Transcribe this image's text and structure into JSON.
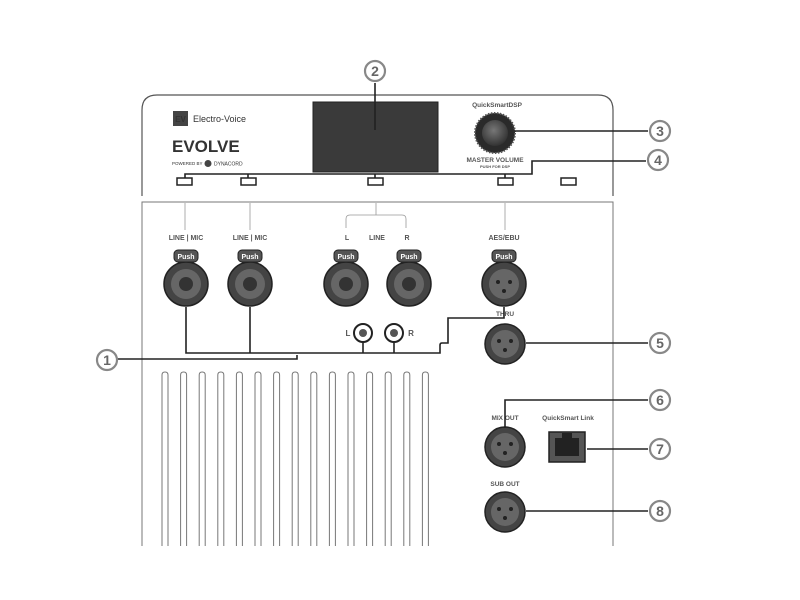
{
  "brand": {
    "logo_text": "EV",
    "name": "Electro-Voice",
    "product": "EVOLVE",
    "powered_by": "POWERED BY",
    "powered_brand": "DYNACORD"
  },
  "dsp": {
    "title": "QuickSmartDSP",
    "knob_label": "MASTER VOLUME",
    "knob_sublabel": "PUSH FOR DSP"
  },
  "inputs": {
    "ch1_label": "LINE | MIC",
    "ch2_label": "LINE | MIC",
    "line_left": "L",
    "line_mid": "LINE",
    "line_right": "R",
    "aes_label": "AES/EBU",
    "push": "Push",
    "rca_left": "L",
    "rca_right": "R",
    "thru_label": "THRU"
  },
  "outputs": {
    "mix_out": "MIX OUT",
    "link": "QuickSmart Link",
    "sub_out": "SUB OUT"
  },
  "callouts": [
    "1",
    "2",
    "3",
    "4",
    "5",
    "6",
    "7",
    "8"
  ]
}
